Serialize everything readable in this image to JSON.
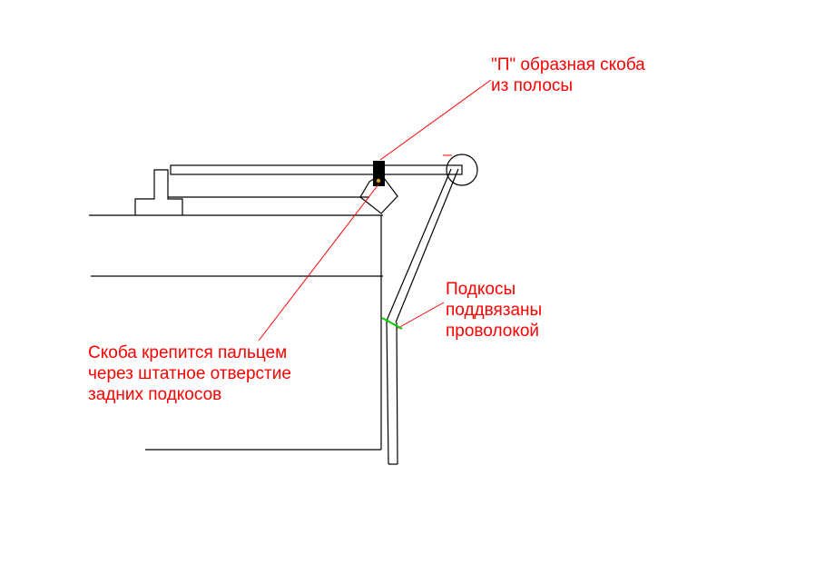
{
  "colors": {
    "line": "#000000",
    "annotation": "#ff0000",
    "wire": "#00cc00",
    "bracket": "#000000",
    "background": "#ffffff"
  },
  "annotations": {
    "bracket": {
      "line1": "\"П\" образная скоба",
      "line2": "из полосы"
    },
    "pin": {
      "line1": "Скоба крепится пальцем",
      "line2": "через штатное отверстие",
      "line3": "задних подкосов"
    },
    "struts": {
      "line1": "Подкосы",
      "line2": "поддвязаны",
      "line3": "проволокой"
    }
  }
}
